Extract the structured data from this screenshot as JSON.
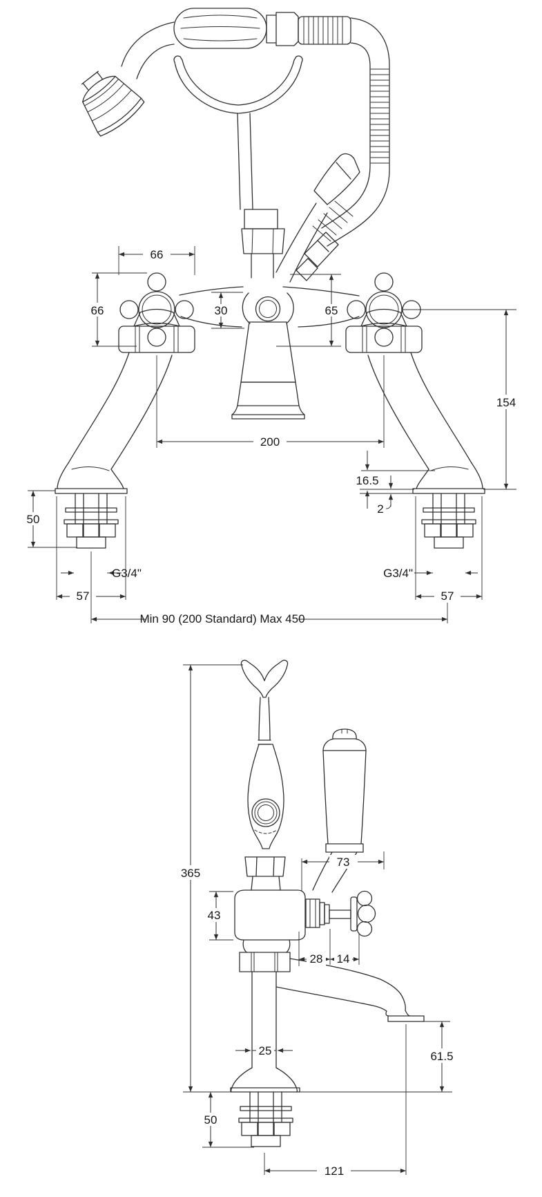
{
  "drawing": {
    "front_view": {
      "dims": {
        "handle_width": "66",
        "handle_height": "66",
        "center_drop": "30",
        "lever_base_height": "65",
        "height_above_deck": "154",
        "hot_cold_centres": "200",
        "base_bell_height": "16.5",
        "washer_thickness": "2",
        "shank_length": "50",
        "thread_left": "G3/4\"",
        "thread_right": "G3/4\"",
        "base_width_left": "57",
        "base_width_right": "57",
        "centres_range": "Min 90 (200 Standard) Max 450"
      }
    },
    "side_view": {
      "dims": {
        "total_height": "365",
        "lever_offset": "73",
        "body_height": "43",
        "valve_depth": "28",
        "handle_depth": "14",
        "riser_diameter": "25",
        "spout_clearance": "61.5",
        "shank_length": "50",
        "spout_reach": "121"
      }
    },
    "colors": {
      "line": "#2e2e2e",
      "text": "#161616",
      "background": "#ffffff"
    }
  }
}
